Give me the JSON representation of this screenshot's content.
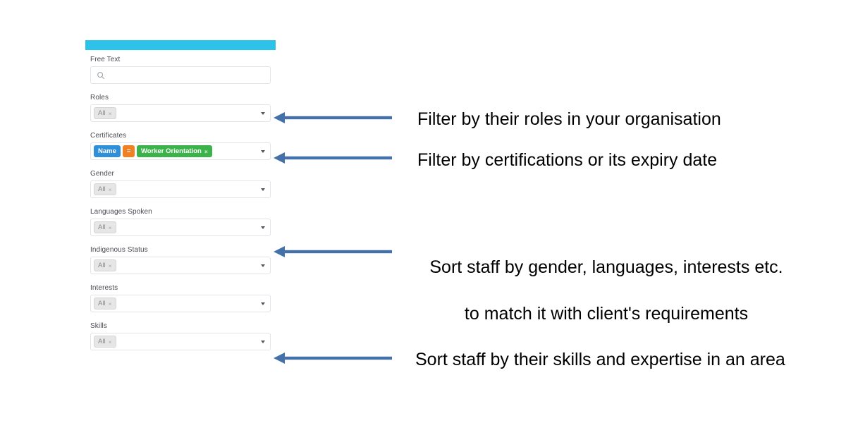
{
  "panel": {
    "header_accent_color": "#2dc2e8",
    "fields": [
      {
        "id": "free-text",
        "label": "Free Text",
        "type": "search",
        "placeholder": "",
        "value": "",
        "icon": "search-icon"
      },
      {
        "id": "roles",
        "label": "Roles",
        "type": "multiselect",
        "chips": [
          {
            "text": "All",
            "remove": "×",
            "style": "all"
          }
        ]
      },
      {
        "id": "certificates",
        "label": "Certificates",
        "type": "multiselect",
        "chips": [
          {
            "text": "Name",
            "style": "blue"
          },
          {
            "text": "=",
            "style": "orange"
          },
          {
            "text": "Worker Orientation",
            "remove": "×",
            "style": "green"
          }
        ]
      },
      {
        "id": "gender",
        "label": "Gender",
        "type": "multiselect",
        "chips": [
          {
            "text": "All",
            "remove": "×",
            "style": "all"
          }
        ]
      },
      {
        "id": "languages-spoken",
        "label": "Languages Spoken",
        "type": "multiselect",
        "chips": [
          {
            "text": "All",
            "remove": "×",
            "style": "all"
          }
        ]
      },
      {
        "id": "indigenous-status",
        "label": "Indigenous Status",
        "type": "multiselect",
        "chips": [
          {
            "text": "All",
            "remove": "×",
            "style": "all"
          }
        ]
      },
      {
        "id": "interests",
        "label": "Interests",
        "type": "multiselect",
        "chips": [
          {
            "text": "All",
            "remove": "×",
            "style": "all"
          }
        ]
      },
      {
        "id": "skills",
        "label": "Skills",
        "type": "multiselect",
        "chips": [
          {
            "text": "All",
            "remove": "×",
            "style": "all"
          }
        ]
      }
    ]
  },
  "annotations": {
    "arrow_color": "#4472a8",
    "items": [
      {
        "id": "roles-note",
        "text": "Filter by their roles in your organisation"
      },
      {
        "id": "certificates-note",
        "text": "Filter by certifications or its expiry date"
      },
      {
        "id": "attributes-note",
        "line1": "Sort staff by gender, languages, interests etc.",
        "line2": "to match it with client's requirements"
      },
      {
        "id": "skills-note",
        "text": "Sort staff by their skills and expertise in an area"
      }
    ]
  },
  "colors": {
    "accent_cyan": "#2dc2e8",
    "chip_blue": "#2f8fd8",
    "chip_orange": "#f08022",
    "chip_green": "#3cb34a",
    "chip_all_bg": "#e6e6e6",
    "arrow_blue": "#4472a8",
    "label_text": "#4a4a52",
    "border": "#e2e4e8"
  }
}
